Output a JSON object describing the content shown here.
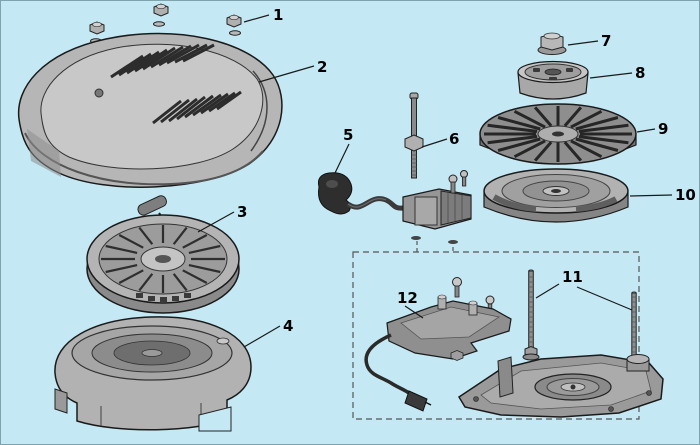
{
  "diagram": {
    "type": "exploded-parts-diagram",
    "background_color": "#c4e9f4",
    "line_color": "#1a1a1a",
    "callouts": [
      {
        "label": "1",
        "part": "hex-nut-set"
      },
      {
        "label": "2",
        "part": "engine-cover"
      },
      {
        "label": "3",
        "part": "recoil-starter"
      },
      {
        "label": "4",
        "part": "blower-housing"
      },
      {
        "label": "5",
        "part": "ignition-coil"
      },
      {
        "label": "6",
        "part": "mounting-bolt"
      },
      {
        "label": "7",
        "part": "flywheel-nut"
      },
      {
        "label": "8",
        "part": "starter-cup"
      },
      {
        "label": "9",
        "part": "flywheel-fan"
      },
      {
        "label": "10",
        "part": "flywheel"
      },
      {
        "label": "11",
        "part": "stud-set"
      },
      {
        "label": "12",
        "part": "mounting-bracket"
      }
    ]
  }
}
